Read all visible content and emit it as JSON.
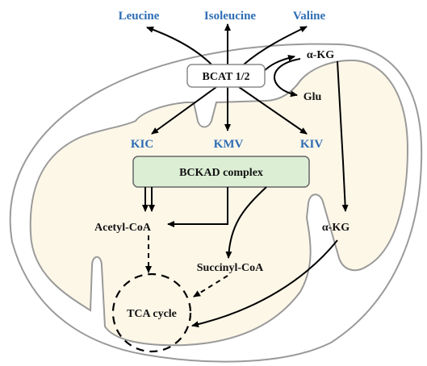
{
  "amino_acids": {
    "leucine": "Leucine",
    "isoleucine": "Isoleucine",
    "valine": "Valine"
  },
  "enzymes": {
    "bcat": "BCAT 1/2",
    "bckad": "BCKAD complex"
  },
  "keto_acids": {
    "kic": "KIC",
    "kmv": "KMV",
    "kiv": "KIV"
  },
  "metabolites": {
    "akg_top": "α-KG",
    "glu": "Glu",
    "akg_mito": "α-KG",
    "acetyl_coa": "Acetyl-CoA",
    "succinyl_coa": "Succinyl-CoA"
  },
  "tca": {
    "label": "TCA cycle"
  },
  "colors": {
    "blue_text": "#2e6db4",
    "mito_fill": "#fdf7e8",
    "mito_stroke": "#9a9a9a",
    "bckad_fill": "#dcefd5",
    "bckad_stroke": "#666666"
  }
}
